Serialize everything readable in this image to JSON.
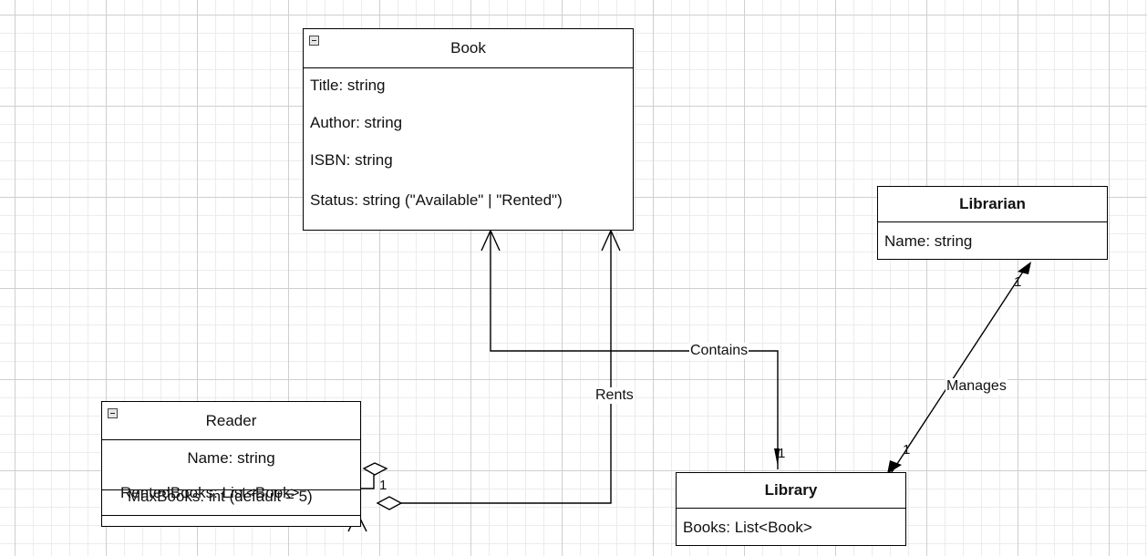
{
  "classes": {
    "book": {
      "name": "Book",
      "attributes": [
        "Title: string",
        "Author: string",
        "ISBN: string",
        "Status: string (\"Available\" | \"Rented\")"
      ]
    },
    "librarian": {
      "name": "Librarian",
      "attributes": [
        "Name: string"
      ]
    },
    "reader": {
      "name": "Reader",
      "attributes": [
        "Name: string",
        "RentedBooks: List<Book>",
        "MaxBooks: int (default = 5)"
      ]
    },
    "library": {
      "name": "Library",
      "attributes": [
        "Books: List<Book>"
      ]
    }
  },
  "relations": {
    "contains": {
      "label": "Contains",
      "target_multiplicity": "1"
    },
    "rents": {
      "label": "Rents",
      "source_multiplicity": "1"
    },
    "manages": {
      "label": "Manages",
      "source_multiplicity": "1",
      "target_multiplicity": "1"
    }
  }
}
